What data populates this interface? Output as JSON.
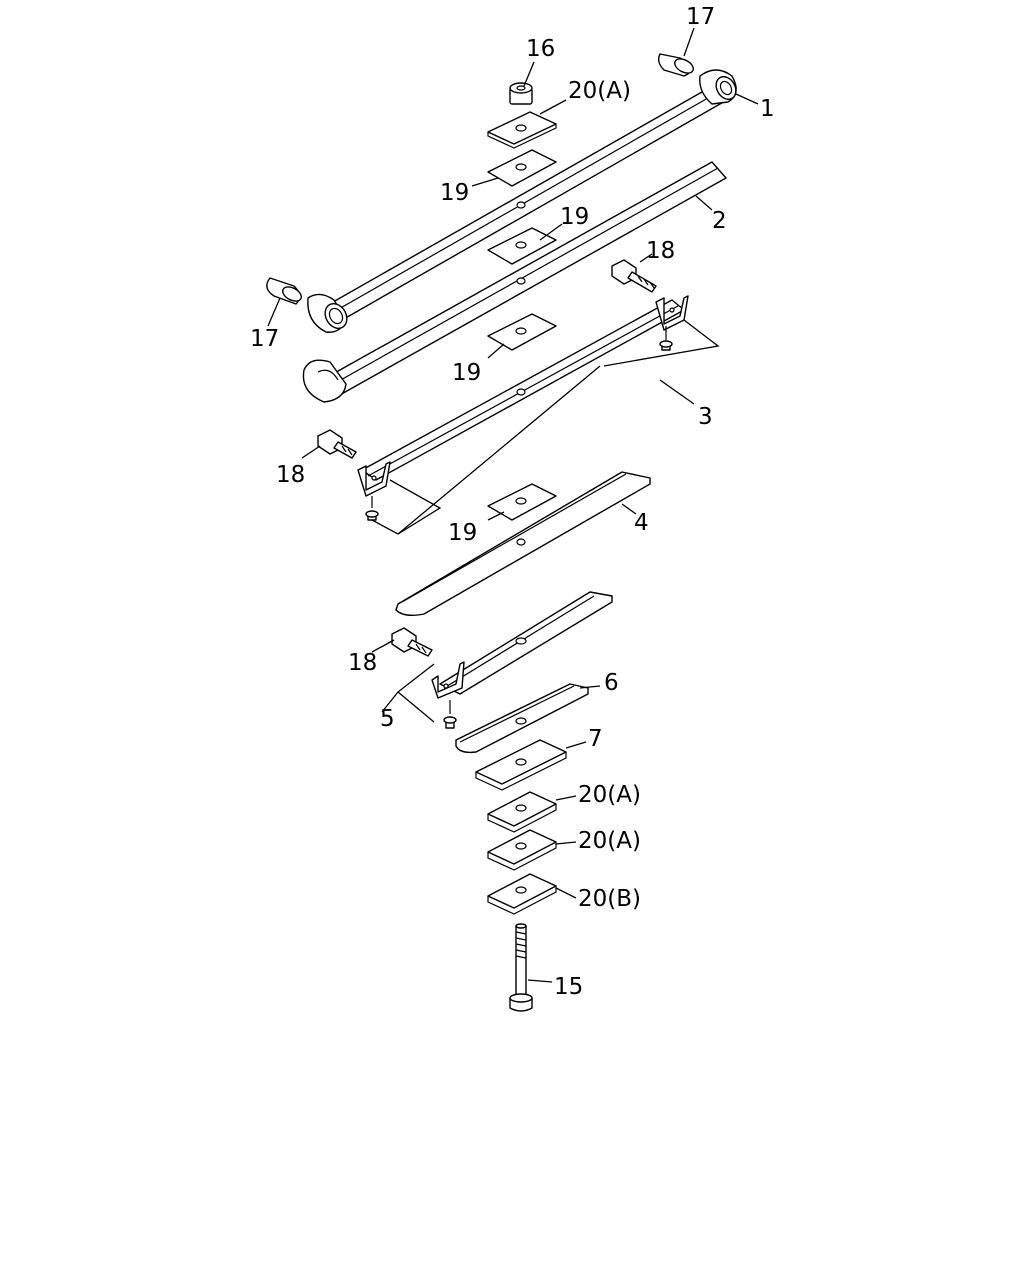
{
  "callouts": {
    "c17_top": "17",
    "c16": "16",
    "c20a_top": "20(A)",
    "c1": "1",
    "c19_a": "19",
    "c2": "2",
    "c19_b": "19",
    "c18_a": "18",
    "c17_left": "17",
    "c19_c": "19",
    "c3": "3",
    "c18_b": "18",
    "c19_d": "19",
    "c4": "4",
    "c18_c": "18",
    "c6": "6",
    "c5": "5",
    "c7": "7",
    "c20a_1": "20(A)",
    "c20a_2": "20(A)",
    "c20b": "20(B)",
    "c15": "15"
  },
  "colors": {
    "line": "#000000",
    "background": "#ffffff"
  }
}
